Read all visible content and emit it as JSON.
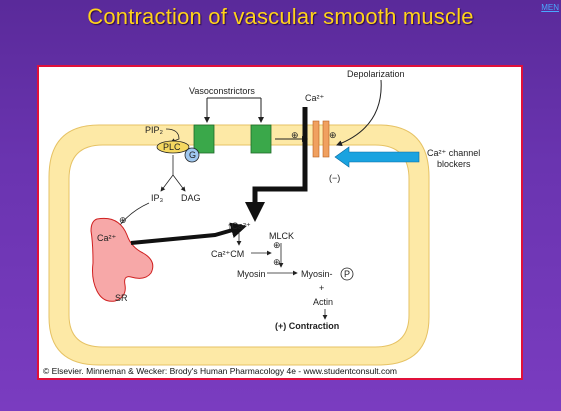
{
  "slide": {
    "title": "Contraction of vascular smooth muscle",
    "menu_label": "MEN"
  },
  "diagram": {
    "depolarization": "Depolarization",
    "vasoconstrictors": "Vasoconstrictors",
    "ca_top": "Ca²⁺",
    "pip2": "PIP₂",
    "plc": "PLC",
    "g_protein": "G",
    "ip3": "IP₃",
    "dag": "DAG",
    "channel_blockers_line1": "Ca²⁺ channel",
    "channel_blockers_line2": "blockers",
    "minus_sign": "(−)",
    "plus": "⊕",
    "ca_sr": "Ca²⁺",
    "sr": "SR",
    "ca_rise": "↑Ca²⁺",
    "mlck": "MLCK",
    "ca_cm": "Ca²⁺CM",
    "myosin": "Myosin",
    "myosin_p": "Myosin-",
    "p_letter": "P",
    "plus_small": "+",
    "actin": "Actin",
    "contraction": "(+) Contraction"
  },
  "footer": {
    "copyright": "© Elsevier. Minneman & Wecker: Brody's Human Pharmacology 4e - www.studentconsult.com"
  },
  "colors": {
    "cell_fill": "#fde9a6",
    "cell_outline": "#e8c870",
    "receptor_green": "#3aa84a",
    "channel_orange": "#f0a060",
    "arrow_blue": "#1aa3e0",
    "sr_pink": "#f7a8a8",
    "sr_outline": "#d02020"
  }
}
